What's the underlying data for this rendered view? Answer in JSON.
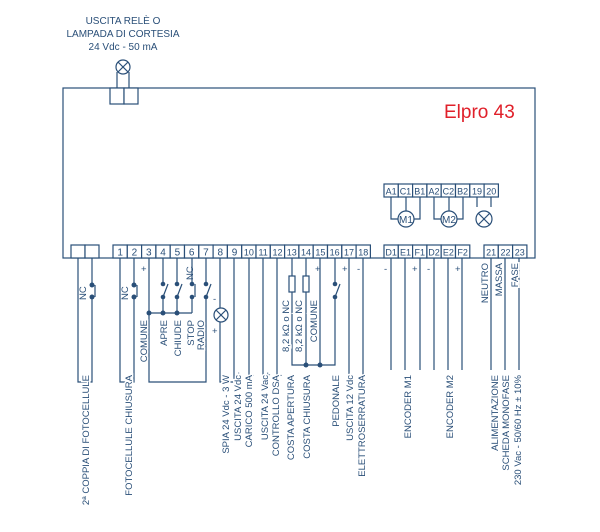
{
  "title": "Elpro 43",
  "lamp_caption": [
    "USCITA RELÈ O",
    "LAMPADA DI CORTESIA",
    "24 Vdc - 50 mA"
  ],
  "terminals_bottom": [
    "1",
    "2",
    "3",
    "4",
    "5",
    "6",
    "7",
    "8",
    "9",
    "10",
    "11",
    "12",
    "13",
    "14",
    "15",
    "16",
    "17",
    "18"
  ],
  "terminals_encoder": [
    "D1",
    "E1",
    "F1",
    "D2",
    "E2",
    "F2"
  ],
  "terminals_power": [
    "21",
    "22",
    "23"
  ],
  "terminals_motor": [
    "A1",
    "C1",
    "B1",
    "A2",
    "C2",
    "B2",
    "19",
    "20"
  ],
  "motors": [
    "M1",
    "M2"
  ],
  "contact_labels": {
    "nc": "NC",
    "plus": "+",
    "minus": "-"
  },
  "inner_labels": {
    "comune": "COMUNE",
    "apre": "APRE",
    "chiude": "CHIUDE",
    "stop": "STOP",
    "radio": "RADIO",
    "res1": "8,2 kΩ o NC",
    "res2": "8,2 kΩ o NC",
    "comune2": "COMUNE",
    "neutro": "NEUTRO",
    "massa": "MASSA",
    "fase": "FASE"
  },
  "bottom_labels": {
    "coppia": "2ª COPPIA DI FOTOCELLULE",
    "fotocellule": "FOTOCELLULE CHIUSURA",
    "spia": "SPIA 24 Vdc - 3 W",
    "uscita24vdc": "USCITA 24 Vdc",
    "carico": "CARICO 500 mA",
    "uscita24vac": "USCITA 24 Vac",
    "dsa": "CONTROLLO DSA",
    "costa_apertura": "COSTA APERTURA",
    "costa_chiusura": "COSTA CHIUSURA",
    "pedonale": "PEDONALE",
    "uscita12": "USCITA 12 Vdc",
    "elettroserratura": "ELETTROSERRATURA",
    "encoder_m1": "ENCODER M1",
    "encoder_m2": "ENCODER M2",
    "alimentazione": "ALIMENTAZIONE",
    "scheda": "SCHEDA MONOFASE",
    "tensione": "230 Vac - 50/60 Hz ± 10%"
  },
  "colors": {
    "line": "#2a4f78",
    "title": "#e0202a"
  }
}
